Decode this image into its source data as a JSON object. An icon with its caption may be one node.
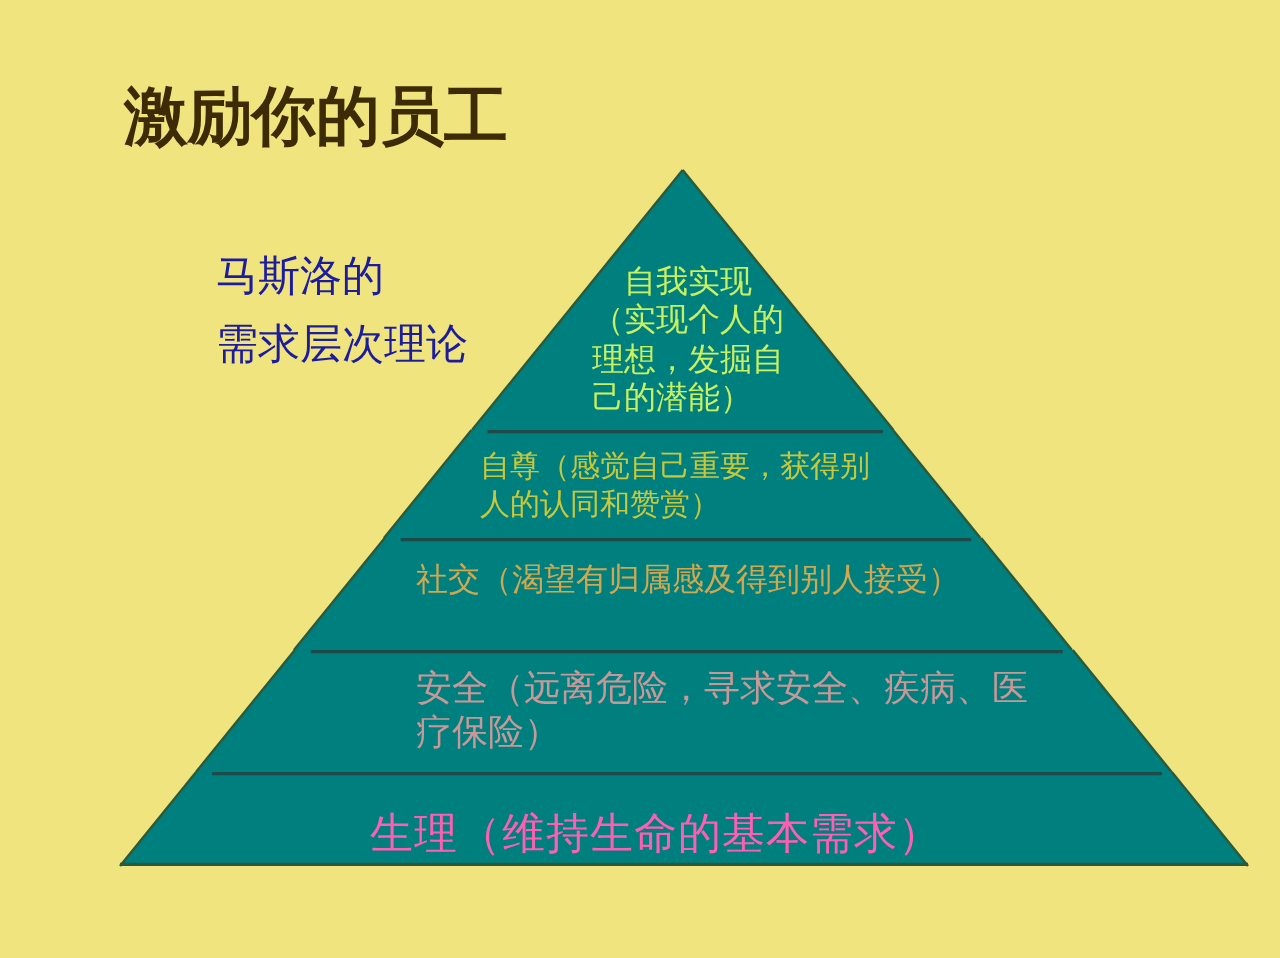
{
  "diagram": {
    "title": "激励你的员工",
    "nodes": [
      {
        "text": [
          "自我实现",
          "（实现个人的理想，发掘自己的潜能）"
        ]
      },
      {
        "text": [
          "自尊（感觉自己重要，获得别人的认同和赞赏）"
        ]
      },
      {
        "text": [
          "社交（渴望有归属感及得到别人接受）"
        ]
      },
      {
        "text": [
          "安全（远离危险，寻求安全、疾病、医疗保险）"
        ]
      },
      {
        "text": [
          "生理（维持生命的基本需求）"
        ]
      }
    ],
    "labels": [
      "马斯洛的",
      "需求层次理论"
    ]
  }
}
